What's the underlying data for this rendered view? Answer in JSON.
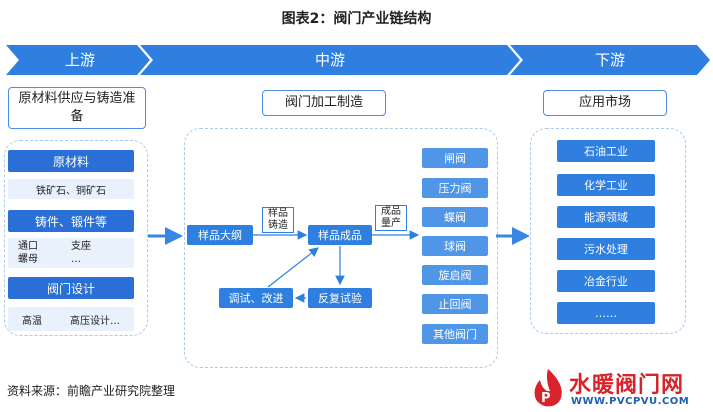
{
  "title": "图表2：阀门产业链结构",
  "stages": {
    "upstream": "上游",
    "midstream": "中游",
    "downstream": "下游"
  },
  "upstream": {
    "heading": "原材料供应与铸造准备",
    "raw_material": "原材料",
    "raw_items": "铁矿石、铜矿石",
    "casting": "铸件、锻件等",
    "casting_items": [
      "通口",
      "支座",
      "螺母",
      "…"
    ],
    "design": "阀门设计",
    "design_items": [
      "高温",
      "高压设计…"
    ]
  },
  "midstream": {
    "heading": "阀门加工制造",
    "outline": "样品大纲",
    "sample_casting": "样品\n铸造",
    "sample_product": "样品成品",
    "mass_production": "成品\n量产",
    "debug": "调试、改进",
    "repeat_test": "反复试验",
    "valves": [
      "闸阀",
      "压力阀",
      "蝶阀",
      "球阀",
      "旋启阀",
      "止回阀",
      "其他阀门"
    ]
  },
  "downstream": {
    "heading": "应用市场",
    "markets": [
      "石油工业",
      "化学工业",
      "能源领域",
      "污水处理",
      "冶金行业",
      "……"
    ]
  },
  "source": "资料来源：前瞻产业研究院整理",
  "watermark": {
    "name": "水暖阀门网",
    "url": "WWW.PVCPVU.COM"
  },
  "colors": {
    "primary": "#2f7fe0",
    "light": "#e8f1fc",
    "accent": "#d8232a"
  }
}
